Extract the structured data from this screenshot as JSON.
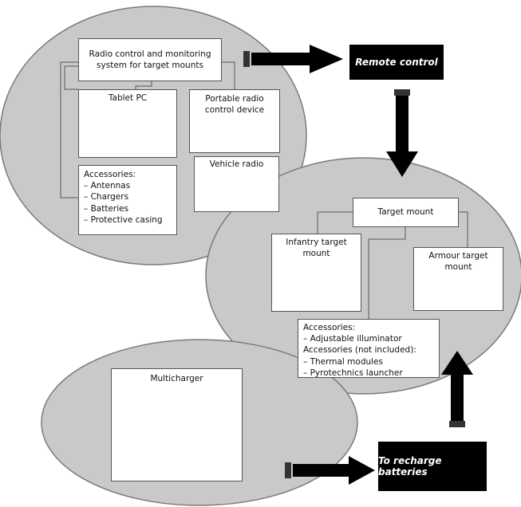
{
  "colors": {
    "ellipse_fill": "#c9c9c9",
    "ellipse_stroke": "#7a7a7a",
    "arrow": "#000000",
    "label_bg": "#000000",
    "label_text": "#ffffff"
  },
  "remote_control_group": {
    "system_box": "Radio control and monitoring system for target mounts",
    "tablet_pc": {
      "title": "Tablet PC",
      "icon": "tablet-pc-photo-icon"
    },
    "portable_radio": {
      "title": "Portable radio control device",
      "icon": "portable-radio-photo-icon"
    },
    "vehicle_radio": {
      "title": "Vehicle radio",
      "icon": "military-truck-photo-icon"
    },
    "accessories": {
      "header": "Accessories:",
      "items": [
        "– Antennas",
        "– Chargers",
        "– Batteries",
        "– Protective casing"
      ]
    }
  },
  "target_group": {
    "target_mount": "Target mount",
    "infantry": {
      "title": "Infantry target mount",
      "icon": "infantry-target-photo-icon"
    },
    "armour": {
      "title": "Armour target mount",
      "icon": "armour-target-photo-icon"
    },
    "accessories": {
      "header": "Accessories:",
      "items": [
        "– Adjustable illuminator"
      ],
      "header2": "Accessories (not included):",
      "items2": [
        "– Thermal modules",
        "– Pyrotechnics launcher"
      ]
    }
  },
  "charger_group": {
    "multicharger": {
      "title": "Multicharger",
      "icon": "multicharger-box-icon"
    }
  },
  "labels": {
    "remote_control": "Remote control",
    "recharge": "To recharge batteries"
  }
}
